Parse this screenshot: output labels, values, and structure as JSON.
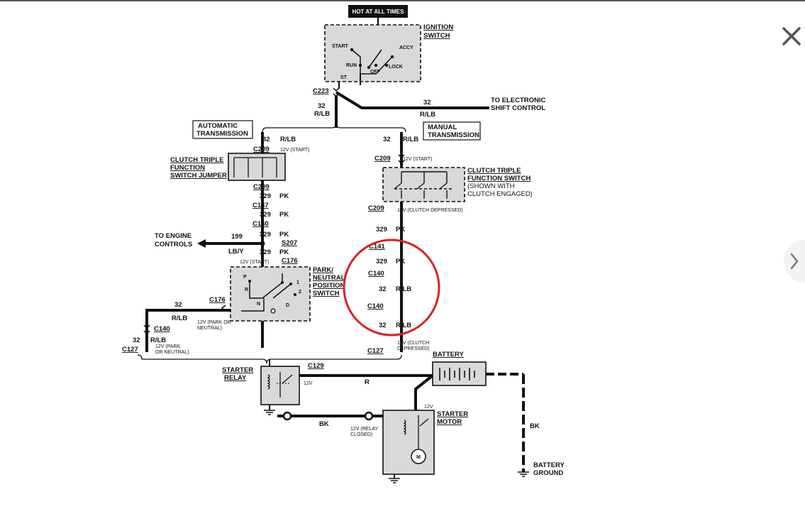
{
  "labels": {
    "hot": "HOT AT ALL TIMES",
    "ign1": "IGNITION",
    "ign2": "SWITCH",
    "start": "START",
    "accy": "ACCY",
    "run": "RUN",
    "lock": "LOCK",
    "off": "OFF",
    "st": "ST",
    "c223": "C223",
    "w32a": "32",
    "rlba": "R/LB",
    "w32b": "32",
    "rlbb": "R/LB",
    "toelec1": "TO ELECTRONIC",
    "toelec2": "SHIFT CONTROL",
    "auto1": "AUTOMATIC",
    "auto2": "TRANSMISSION",
    "man1": "MANUAL",
    "man2": "TRANSMISSION",
    "w32c": "32",
    "rlbc": "R/LB",
    "c209a": "C209",
    "v12start_a": "12V (START)",
    "w32d": "32",
    "rlbd": "R/LB",
    "c209b": "C209",
    "v12start_b": "12V (START)",
    "ctj1": "CLUTCH TRIPLE",
    "ctj2": "FUNCTION",
    "ctj3": "SWITCH JUMPER",
    "cts1": "CLUTCH TRIPLE",
    "cts2": "FUNCTION SWITCH",
    "cts3": "(SHOWN WITH",
    "cts4": "CLUTCH ENGAGED)",
    "c209c": "C209",
    "w329a": "329",
    "pka": "PK",
    "c147": "C147",
    "w329b": "329",
    "pkb": "PK",
    "c140a": "C140",
    "w329c": "329",
    "pkc": "PK",
    "c209d": "C209",
    "v12clutch": "12V (CLUTCH DEPRESSED)",
    "w329d": "329",
    "pkd": "PK",
    "toeng1": "TO ENGINE",
    "toeng2": "CONTROLS",
    "w199": "199",
    "lby": "LB/Y",
    "s207": "S207",
    "w329e": "329",
    "pke": "PK",
    "v12start_c": "12V (START)",
    "c176a": "C176",
    "c141": "C141",
    "w329f": "329",
    "pkf": "PK",
    "c140b": "C140",
    "w32e": "32",
    "rlbe": "R/LB",
    "c140c": "C140",
    "w32f": "32",
    "rlbf": "R/LB",
    "pnp1": "PARK/",
    "pnp2": "NEUTRAL",
    "pnp3": "POSITION",
    "pnp4": "SWITCH",
    "p": "P",
    "r": "R",
    "n": "N",
    "d": "D",
    "two": "2",
    "one": "1",
    "c176b": "C176",
    "w32g": "32",
    "rlbg": "R/LB",
    "v12park1": "12V (PARK OR",
    "v12park2": "NEUTRAL)",
    "c140d": "C140",
    "w32h": "32",
    "rlbh": "R/LB",
    "v12park3": "12V (PARK",
    "v12park4": "OR NEUTRAL)",
    "c127a": "C127",
    "c127b": "C127",
    "v12cl1": "12V (CLUTCH",
    "v12cl2": "DEPRESSED)",
    "battery": "BATTERY",
    "sr1": "STARTER",
    "sr2": "RELAY",
    "c129": "C129",
    "v12a": "12V",
    "rwire": "R",
    "bk1": "BK",
    "v12relay1": "12V (RELAY",
    "v12relay2": "CLOSED)",
    "v12b": "12V",
    "sm1": "STARTER",
    "sm2": "MOTOR",
    "bk2": "BK",
    "bg1": "BATTERY",
    "bg2": "GROUND",
    "m": "M"
  },
  "ui": {
    "close_icon": "close-icon",
    "next_icon": "chevron-right-icon"
  },
  "colors": {
    "highlight_circle": "#d9202a"
  }
}
